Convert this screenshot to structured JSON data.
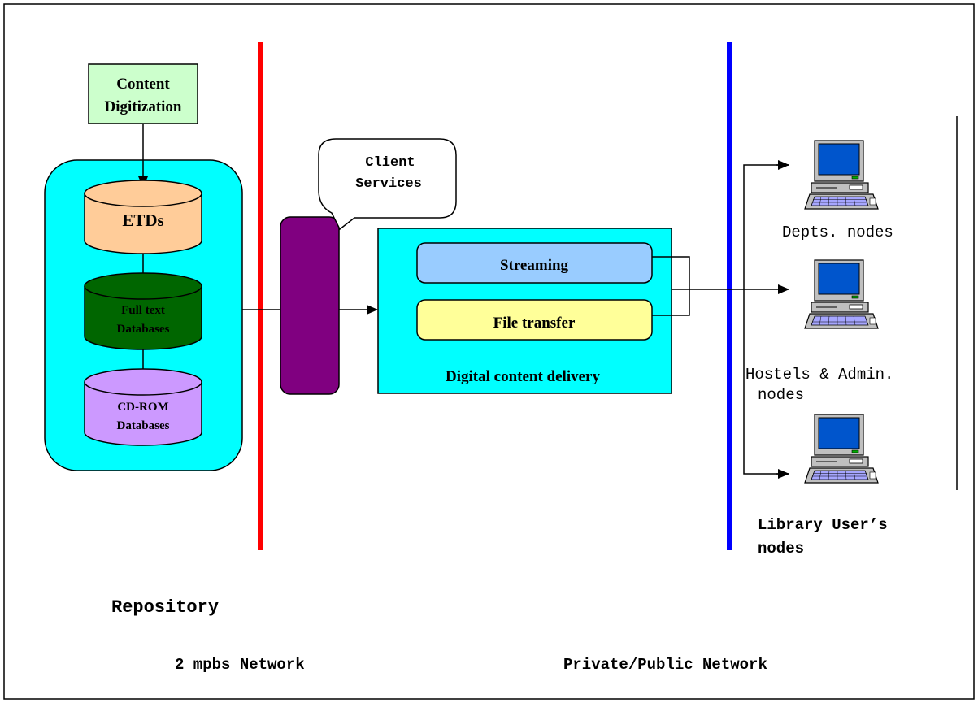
{
  "colors": {
    "red_line": "#ff0000",
    "blue_line": "#0000ff",
    "cyan": "#00ffff",
    "light_green": "#ccffcc",
    "peach": "#ffcc99",
    "dark_green": "#006600",
    "lavender": "#cc99ff",
    "purple": "#800080",
    "light_blue": "#99ccff",
    "light_yellow": "#ffff99",
    "monitor_screen": "#0055cc",
    "computer_body": "#c0c0c0"
  },
  "repository": {
    "digitization_label_line1": "Content",
    "digitization_label_line2": "Digitization",
    "etds_label": "ETDs",
    "fulltext_label_line1": "Full text",
    "fulltext_label_line2": "Databases",
    "cdrom_label_line1": "CD-ROM",
    "cdrom_label_line2": "Databases"
  },
  "client_services": {
    "callout_line1": "Client",
    "callout_line2": "Services"
  },
  "delivery": {
    "streaming_label": "Streaming",
    "file_transfer_label": "File transfer",
    "box_label": "Digital content delivery"
  },
  "nodes": {
    "depts_label": "Depts. nodes",
    "hostels_label_line1": "Hostels & Admin.",
    "hostels_label_line2": "nodes",
    "library_label_line1": "Library User’s",
    "library_label_line2": "nodes"
  },
  "footer": {
    "repository_label": "Repository",
    "network_2mbps_label": "2 mpbs Network",
    "private_public_label": "Private/Public Network"
  },
  "icons": [
    "computer-icon",
    "arrow-icon"
  ]
}
